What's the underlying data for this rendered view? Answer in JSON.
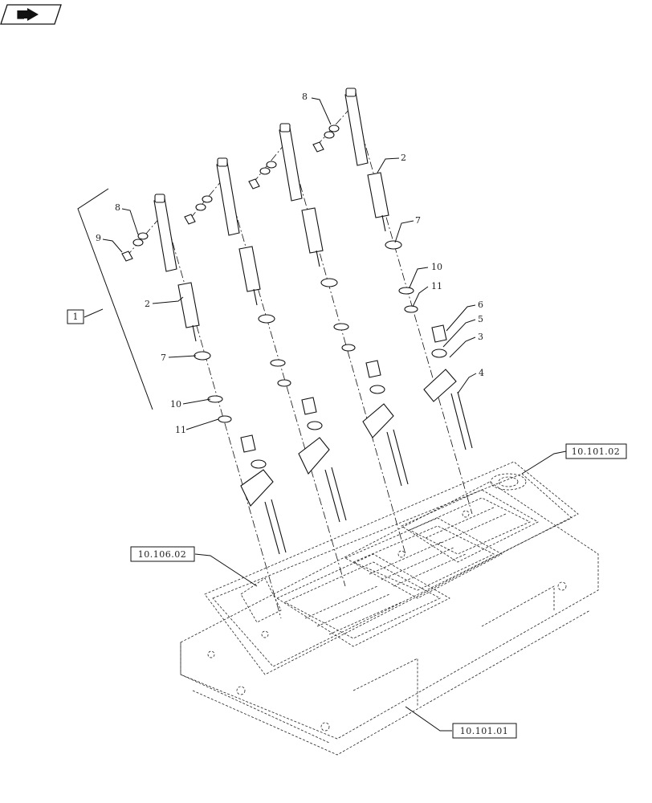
{
  "nav_icon": "folder-arrow-icon",
  "kit_label": "1",
  "callouts": {
    "c8a": "8",
    "c9": "9",
    "c8b": "8",
    "c2a": "2",
    "c7a": "7",
    "c10a": "10",
    "c11a": "11",
    "c2b": "2",
    "c7b": "7",
    "c10b": "10",
    "c11b": "11",
    "c6": "6",
    "c5": "5",
    "c3": "3",
    "c4": "4"
  },
  "references": {
    "ref_top": "10.101.02",
    "ref_left": "10.106.02",
    "ref_bottom": "10.101.01"
  }
}
